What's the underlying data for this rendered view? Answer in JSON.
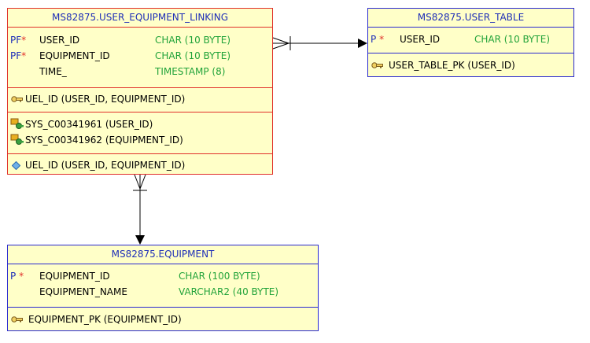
{
  "tables": {
    "linking": {
      "title": "MS82875.USER_EQUIPMENT_LINKING",
      "columns": [
        {
          "flag": "PF",
          "star": "*",
          "name": "USER_ID",
          "type": "CHAR (10 BYTE)"
        },
        {
          "flag": "PF",
          "star": "*",
          "name": "EQUIPMENT_ID",
          "type": "CHAR (10 BYTE)"
        },
        {
          "flag": "",
          "star": "",
          "name": "TIME_",
          "type": "TIMESTAMP (8)"
        }
      ],
      "primary_key": {
        "icon": "key-icon",
        "text": "UEL_ID (USER_ID, EQUIPMENT_ID)"
      },
      "foreign_keys": [
        {
          "icon": "foreign-key-icon",
          "text": "SYS_C00341961 (USER_ID)"
        },
        {
          "icon": "foreign-key-icon",
          "text": "SYS_C00341962 (EQUIPMENT_ID)"
        }
      ],
      "index": {
        "icon": "index-diamond-icon",
        "text": "UEL_ID (USER_ID, EQUIPMENT_ID)"
      }
    },
    "user_table": {
      "title": "MS82875.USER_TABLE",
      "columns": [
        {
          "flag": "P",
          "star": "*",
          "name": "USER_ID",
          "type": "CHAR (10 BYTE)"
        }
      ],
      "primary_key": {
        "icon": "key-icon",
        "text": "USER_TABLE_PK (USER_ID)"
      }
    },
    "equipment": {
      "title": "MS82875.EQUIPMENT",
      "columns": [
        {
          "flag": "P",
          "star": "*",
          "name": "EQUIPMENT_ID",
          "type": "CHAR (100 BYTE)"
        },
        {
          "flag": "",
          "star": "",
          "name": "EQUIPMENT_NAME",
          "type": "VARCHAR2 (40 BYTE)"
        }
      ],
      "primary_key": {
        "icon": "key-icon",
        "text": "EQUIPMENT_PK (EQUIPMENT_ID)"
      }
    }
  },
  "colors": {
    "title": "#1f2fb8",
    "type": "#22a33a",
    "border_selected": "#e0302a",
    "border_normal": "#2a2ad0",
    "fill": "#ffffc8"
  }
}
